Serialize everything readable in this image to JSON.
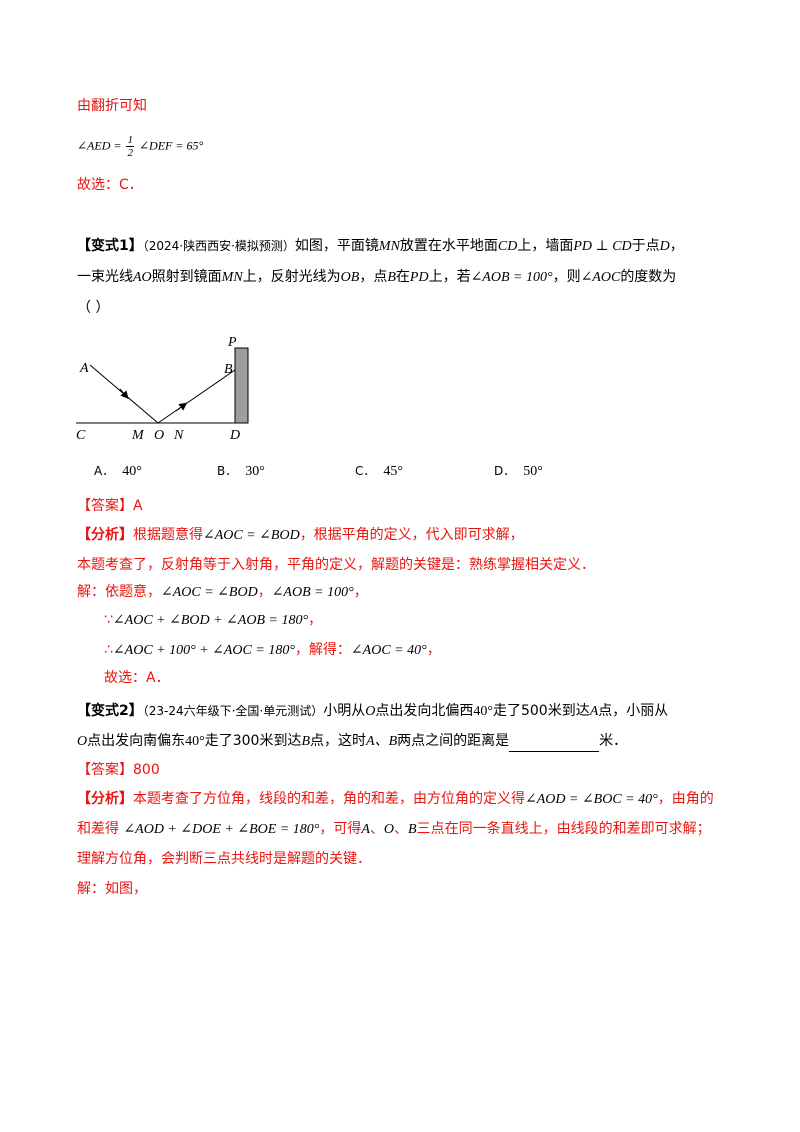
{
  "prev": {
    "fold_note": "由翻折可知",
    "eq_prefix": "∠AED =",
    "frac_num": "1",
    "frac_den": "2",
    "eq_suffix": "∠DEF = 65°",
    "answer_choice": "故选：C．"
  },
  "q1": {
    "tag": "【变式1】",
    "source": "（2024·陕西西安·模拟预测）",
    "text1": "如图，平面镜",
    "mn": "MN",
    "text2": "放置在水平地面",
    "cd": "CD",
    "text3": "上，墙面",
    "perp": "PD ⊥ CD",
    "text4": "于点",
    "d": "D",
    "text5": "，",
    "line2_a": "一束光线",
    "ao": "AO",
    "line2_b": "照射到镜面",
    "mn2": "MN",
    "line2_c": "上，反射光线为",
    "ob": "OB",
    "line2_d": "，点",
    "b": "B",
    "line2_e": "在",
    "pd": "PD",
    "line2_f": "上，若",
    "aob": "∠AOB = 100°",
    "line2_g": "，则",
    "aoc": "∠AOC",
    "line2_h": "的度数为",
    "paren": "（     ）",
    "figure_labels": {
      "P": "P",
      "A": "A",
      "B": "B",
      "C": "C",
      "M": "M",
      "O": "O",
      "N": "N",
      "D": "D"
    },
    "options": [
      {
        "label": "A．",
        "value": "40°"
      },
      {
        "label": "B．",
        "value": "30°"
      },
      {
        "label": "C．",
        "value": "45°"
      },
      {
        "label": "D．",
        "value": "50°"
      }
    ],
    "answer": "【答案】A",
    "analysis_tag": "【分析】",
    "analysis_a": "根据题意得",
    "analysis_eq": "∠AOC = ∠BOD",
    "analysis_b": "，根据平角的定义，代入即可求解，",
    "analysis_line2": "本题考查了，反射角等于入射角，平角的定义，解题的关键是：熟练掌握相关定义．",
    "sol_a": "解：依题意，",
    "sol_eq1": "∠AOC = ∠BOD",
    "sol_sep": "，",
    "sol_eq2": "∠AOB = 100°",
    "sol_end": "，",
    "because": "∵",
    "sol_eq3": "∠AOC + ∠BOD + ∠AOB = 180°",
    "sol_eq3_end": "，",
    "therefore": "∴",
    "sol_eq4": "∠AOC + 100° + ∠AOC = 180°",
    "sol_solve": "，解得：",
    "sol_eq5": "∠AOC = 40°",
    "sol_eq5_end": "，",
    "choice": "故选：A．"
  },
  "q2": {
    "tag": "【变式2】",
    "source": "（23-24六年级下·全国·单元测试）",
    "t1": "小明从",
    "o1": "O",
    "t2": "点出发向北偏西",
    "deg1": "40°",
    "t3": "走了500米到达",
    "a1": "A",
    "t4": "点，小丽从",
    "o2": "O",
    "t5": "点出发向南偏东",
    "deg2": "40°",
    "t6": "走了300米到达",
    "b1": "B",
    "t7": "点，这时",
    "ab": "A、B",
    "t8": "两点之间的距离是",
    "t9": "米．",
    "answer": "【答案】800",
    "analysis_tag": "【分析】",
    "an1": "本题考查了方位角，线段的和差，角的和差，由方位角的定义得",
    "an_eq1": "∠AOD = ∠BOC = 40°",
    "an2": "，由角的",
    "an3": "和差得",
    "an_eq2": "∠AOD + ∠DOE + ∠BOE = 180°",
    "an4": "，可得",
    "an_a": "A",
    "an_sep1": "、",
    "an_o": "O",
    "an_sep2": "、",
    "an_b": "B",
    "an5": "三点在同一条直线上，由线段的和差即可求解；",
    "an6": "理解方位角，会判断三点共线时是解题的关键．",
    "sol": "解：如图，"
  }
}
